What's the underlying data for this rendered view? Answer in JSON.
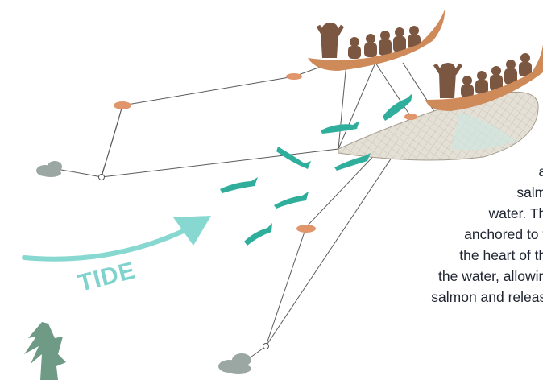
{
  "scene": {
    "tide_label": "TIDE",
    "colors": {
      "salmon": "#2fae9c",
      "tide_arrow": "#86d8d0",
      "canoe": "#cf8a5a",
      "paddler": "#7b5640",
      "float": "#e0956a",
      "net": "#c9c3b8",
      "rock": "#9aa7a3",
      "tree": "#6f9a86",
      "rope": "#555555"
    },
    "icons": [
      "canoe-icon",
      "paddler-icon",
      "salmon-icon",
      "float-icon",
      "anchor-rock-icon",
      "tree-icon"
    ]
  },
  "caption": {
    "lines": [
      "an",
      "salmo",
      "water. The",
      "anchored to th",
      "the heart of the",
      "the water, allowing",
      "salmon and release"
    ]
  }
}
